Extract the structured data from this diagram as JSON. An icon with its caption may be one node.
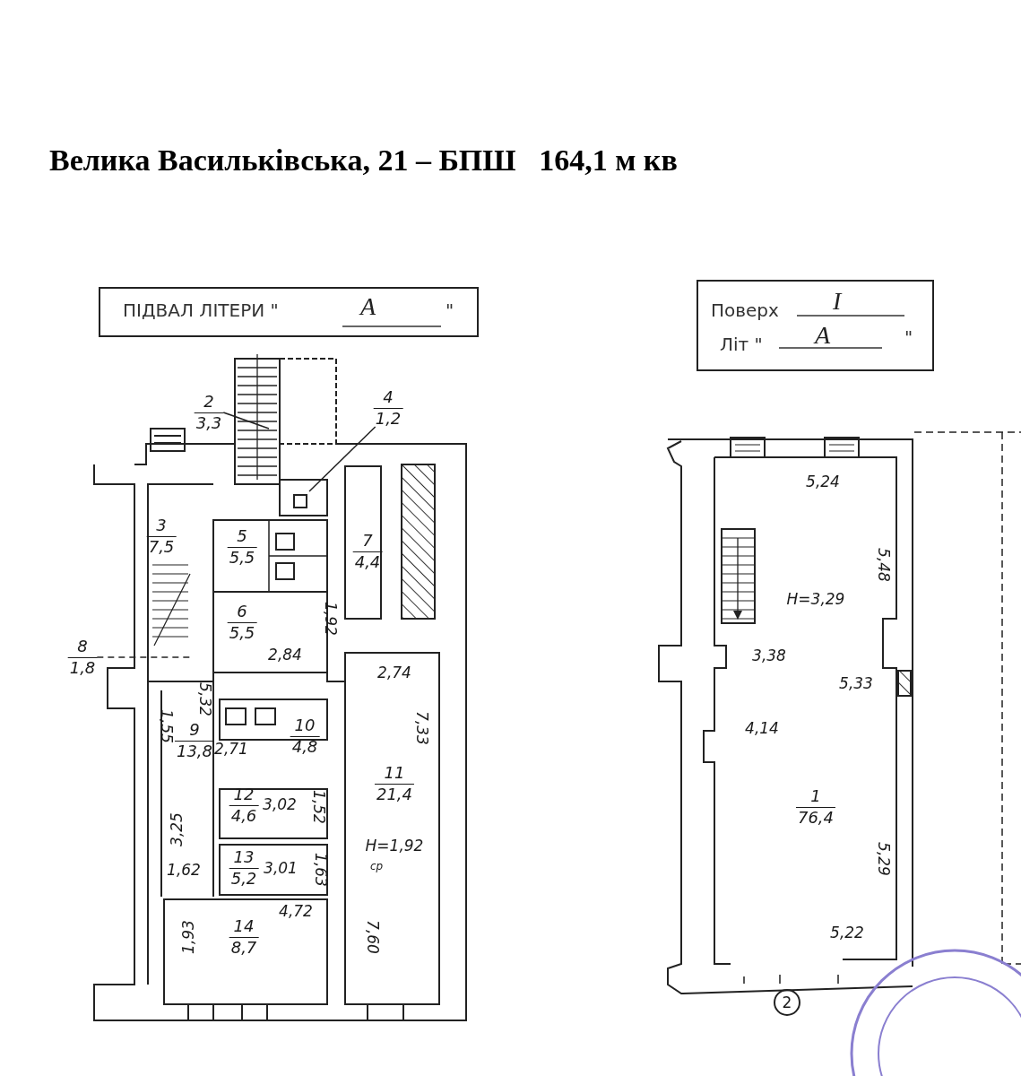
{
  "diagram": {
    "title": "Велика Васильківська, 21 – БПШ   164,1 м кв",
    "nodes": [
      {
        "text": [
          "ПІДВАЛ ЛІТЕРИ \"",
          "А",
          "\""
        ]
      },
      {
        "text": [
          "Поверх",
          "I",
          "Літ \"",
          "А",
          "\""
        ]
      },
      {
        "text": [
          "2",
          "3,3"
        ]
      },
      {
        "text": [
          "4",
          "1,2"
        ]
      },
      {
        "text": [
          "3",
          "7,5"
        ]
      },
      {
        "text": [
          "5",
          "5,5"
        ]
      },
      {
        "text": [
          "7",
          "4,4"
        ]
      },
      {
        "text": [
          "6",
          "5,5"
        ]
      },
      {
        "text": [
          "8",
          "1,8"
        ]
      },
      {
        "text": [
          "10",
          "4,8"
        ]
      },
      {
        "text": [
          "9",
          "13,8"
        ]
      },
      {
        "text": [
          "11",
          "21,4"
        ]
      },
      {
        "text": [
          "12",
          "4,6"
        ]
      },
      {
        "text": [
          "13",
          "5,2"
        ]
      },
      {
        "text": [
          "14",
          "8,7"
        ]
      },
      {
        "text": [
          "1",
          "76,4"
        ]
      }
    ],
    "edges": [
      {
        "from": 2,
        "to": null,
        "arrow": "none"
      },
      {
        "from": 3,
        "to": null,
        "arrow": "none"
      },
      {
        "from": 8,
        "to": null,
        "arrow": "none",
        "style": "dashed"
      }
    ],
    "labels": [
      "1,92",
      "2,84",
      "2,74",
      "5,32",
      "1,55",
      "2,71",
      "7,33",
      "3,02",
      "1,52",
      "3,25",
      "3,01",
      "1,63",
      "1,62",
      "H=1,92",
      "ср",
      "4,72",
      "1,93",
      "7,60",
      "5,24",
      "5,48",
      "H=3,29",
      "3,38",
      "5,33",
      "4,14",
      "5,29",
      "5,22",
      "2"
    ]
  }
}
